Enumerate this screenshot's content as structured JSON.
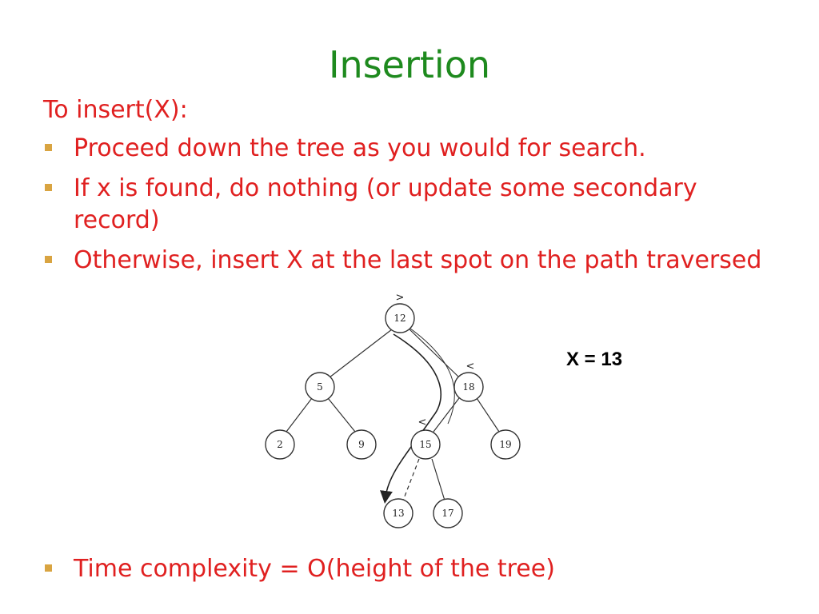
{
  "slide": {
    "title": "Insertion",
    "intro": "To insert(X):",
    "bullets": [
      "Proceed down the tree as you would for search.",
      "If x is found, do nothing (or update some secondary record)",
      "Otherwise, insert X at the last spot on the path traversed"
    ],
    "final_bullet": "Time complexity = O(height of the tree)"
  },
  "diagram": {
    "x_label": "X = 13",
    "nodes": [
      {
        "id": "n12",
        "label": "12"
      },
      {
        "id": "n5",
        "label": "5"
      },
      {
        "id": "n18",
        "label": "18"
      },
      {
        "id": "n2",
        "label": "2"
      },
      {
        "id": "n9",
        "label": "9"
      },
      {
        "id": "n15",
        "label": "15"
      },
      {
        "id": "n19",
        "label": "19"
      },
      {
        "id": "n13",
        "label": "13"
      },
      {
        "id": "n17",
        "label": "17"
      }
    ],
    "comparisons": {
      "at_12": ">",
      "at_18": "<",
      "at_15": "<"
    }
  },
  "colors": {
    "title": "#1e8a1e",
    "body_text": "#e02020",
    "bullet_marker": "#d9a441"
  }
}
